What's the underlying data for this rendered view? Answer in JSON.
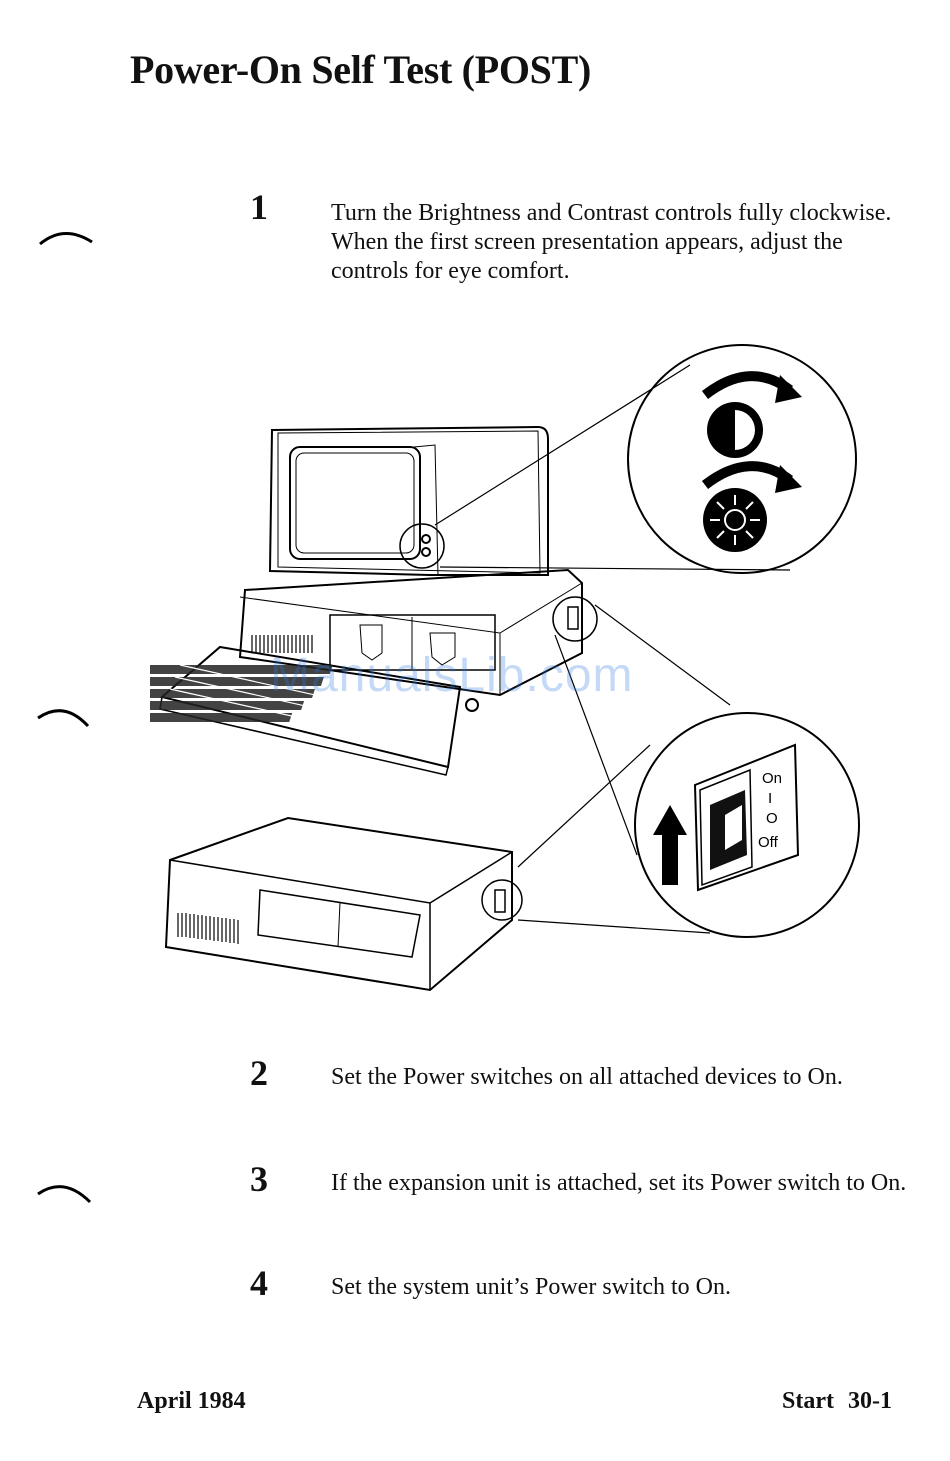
{
  "title": "Power-On Self Test (POST)",
  "steps": [
    {
      "number": "1",
      "text": "Turn the Brightness and Contrast controls fully clockwise. When the first screen presentation appears, adjust the controls for eye comfort."
    },
    {
      "number": "2",
      "text": "Set the Power switches on all attached devices to On."
    },
    {
      "number": "3",
      "text": "If the expansion unit is attached, set its Power switch to On."
    },
    {
      "number": "4",
      "text": "Set the system unit’s Power switch to On."
    }
  ],
  "figure": {
    "switch_on_label": "On",
    "switch_on_symbol": "I",
    "switch_off_symbol": "O",
    "switch_off_label": "Off"
  },
  "watermark": "ManualsLib.com",
  "footer": {
    "date": "April 1984",
    "page": "Start 30-1"
  }
}
